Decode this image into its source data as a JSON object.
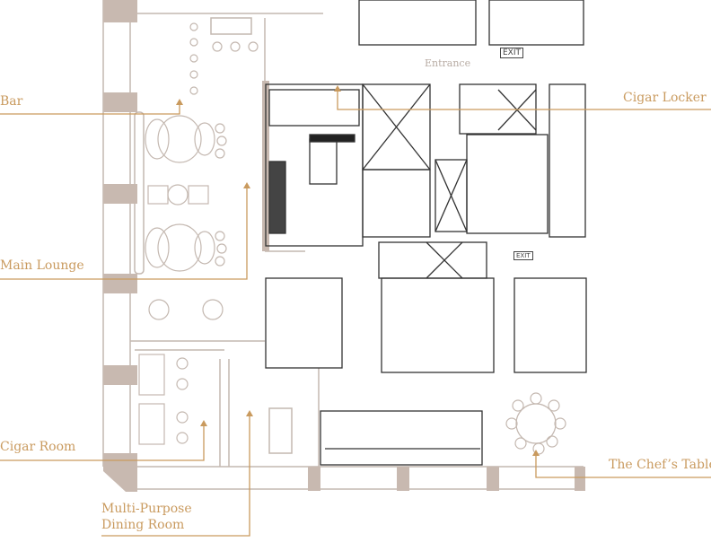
{
  "labels": {
    "bar": "Bar",
    "cigar_locker": "Cigar Locker",
    "main_lounge": "Main Lounge",
    "cigar_room": "Cigar Room",
    "multi_purpose_line1": "Multi-Purpose",
    "multi_purpose_line2": "Dining Room",
    "chefs_table": "The Chef’s Table"
  },
  "plan_text": {
    "entrance": "Entrance",
    "exit_top": "EXIT",
    "exit_mid": "EXIT"
  },
  "colors": {
    "label": "#c99a5e",
    "pillar": "#c8b9b0",
    "light_line": "#c4b8b0",
    "dark_line": "#333333"
  }
}
